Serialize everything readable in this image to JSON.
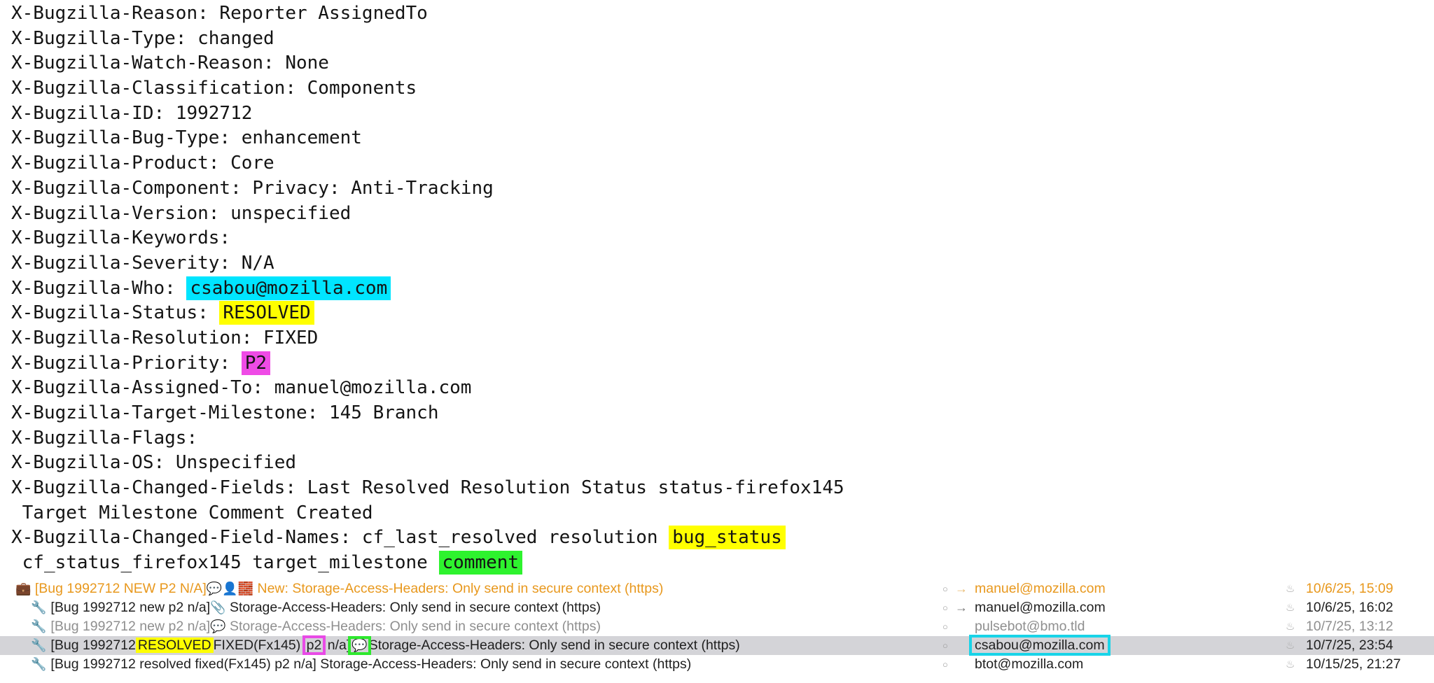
{
  "headers": [
    {
      "name": "X-Bugzilla-Reason:",
      "value": "Reporter AssignedTo"
    },
    {
      "name": "X-Bugzilla-Type:",
      "value": "changed"
    },
    {
      "name": "X-Bugzilla-Watch-Reason:",
      "value": "None"
    },
    {
      "name": "X-Bugzilla-Classification:",
      "value": "Components"
    },
    {
      "name": "X-Bugzilla-ID:",
      "value": "1992712"
    },
    {
      "name": "X-Bugzilla-Bug-Type:",
      "value": "enhancement"
    },
    {
      "name": "X-Bugzilla-Product:",
      "value": "Core"
    },
    {
      "name": "X-Bugzilla-Component:",
      "value": "Privacy: Anti-Tracking"
    },
    {
      "name": "X-Bugzilla-Version:",
      "value": "unspecified"
    },
    {
      "name": "X-Bugzilla-Keywords:",
      "value": ""
    },
    {
      "name": "X-Bugzilla-Severity:",
      "value": "N/A"
    },
    {
      "name": "X-Bugzilla-Who:",
      "value": "csabou@mozilla.com"
    },
    {
      "name": "X-Bugzilla-Status:",
      "value": "RESOLVED"
    },
    {
      "name": "X-Bugzilla-Resolution:",
      "value": "FIXED"
    },
    {
      "name": "X-Bugzilla-Priority:",
      "value": "P2"
    },
    {
      "name": "X-Bugzilla-Assigned-To:",
      "value": "manuel@mozilla.com"
    },
    {
      "name": "X-Bugzilla-Target-Milestone:",
      "value": "145 Branch"
    },
    {
      "name": "X-Bugzilla-Flags:",
      "value": ""
    },
    {
      "name": "X-Bugzilla-OS:",
      "value": "Unspecified"
    }
  ],
  "changed_fields": {
    "name": "X-Bugzilla-Changed-Fields:",
    "line1": "Last Resolved Resolution Status status-firefox145",
    "line2": "Target Milestone Comment Created"
  },
  "changed_field_names": {
    "name": "X-Bugzilla-Changed-Field-Names:",
    "part1": "cf_last_resolved resolution",
    "bug_status": "bug_status",
    "part2": "cf_status_firefox145 target_milestone",
    "comment": "comment"
  },
  "highlight_colors": {
    "who": "#00e5ff",
    "status": "#ffff00",
    "priority": "#ef4be6",
    "comment": "#2ef32e"
  },
  "messages": [
    {
      "icon": "briefcase-icon",
      "subject_prefix": "[Bug 1992712 NEW P2 N/A]",
      "subject_glyphs": "💬👤🧱",
      "subject_text": " New: Storage-Access-Headers: Only send in secure context (https)",
      "sender": "manuel@mozilla.com",
      "date": "10/6/25, 15:09",
      "style": "orange"
    },
    {
      "icon": "wrench-icon",
      "subject_prefix": "[Bug 1992712 new p2 n/a]",
      "subject_glyphs": "📎",
      "subject_text": " Storage-Access-Headers: Only send in secure context (https)",
      "sender": "manuel@mozilla.com",
      "date": "10/6/25, 16:02",
      "style": "dark"
    },
    {
      "icon": "wrench-icon",
      "subject_prefix": "[Bug 1992712 new p2 n/a]",
      "subject_glyphs": "💬",
      "subject_text": " Storage-Access-Headers: Only send in secure context (https)",
      "sender": "pulsebot@bmo.tld",
      "date": "10/7/25, 13:12",
      "style": "gray"
    },
    {
      "icon": "wrench-icon",
      "subject_bug": "[Bug 1992712",
      "subject_status": "RESOLVED",
      "subject_fixed": "FIXED(Fx145)",
      "subject_priority": "p2",
      "subject_sev": "n/a]",
      "subject_glyph": "💬",
      "subject_text": "Storage-Access-Headers: Only send in secure context (https)",
      "sender": "csabou@mozilla.com",
      "date": "10/7/25, 23:54",
      "style": "selected"
    },
    {
      "icon": "wrench-icon",
      "subject_prefix": "[Bug 1992712 resolved fixed(Fx145) p2 n/a]",
      "subject_glyphs": "",
      "subject_text": " Storage-Access-Headers: Only send in secure context (https)",
      "sender": "btot@mozilla.com",
      "date": "10/15/25, 21:27",
      "style": "dark"
    }
  ]
}
